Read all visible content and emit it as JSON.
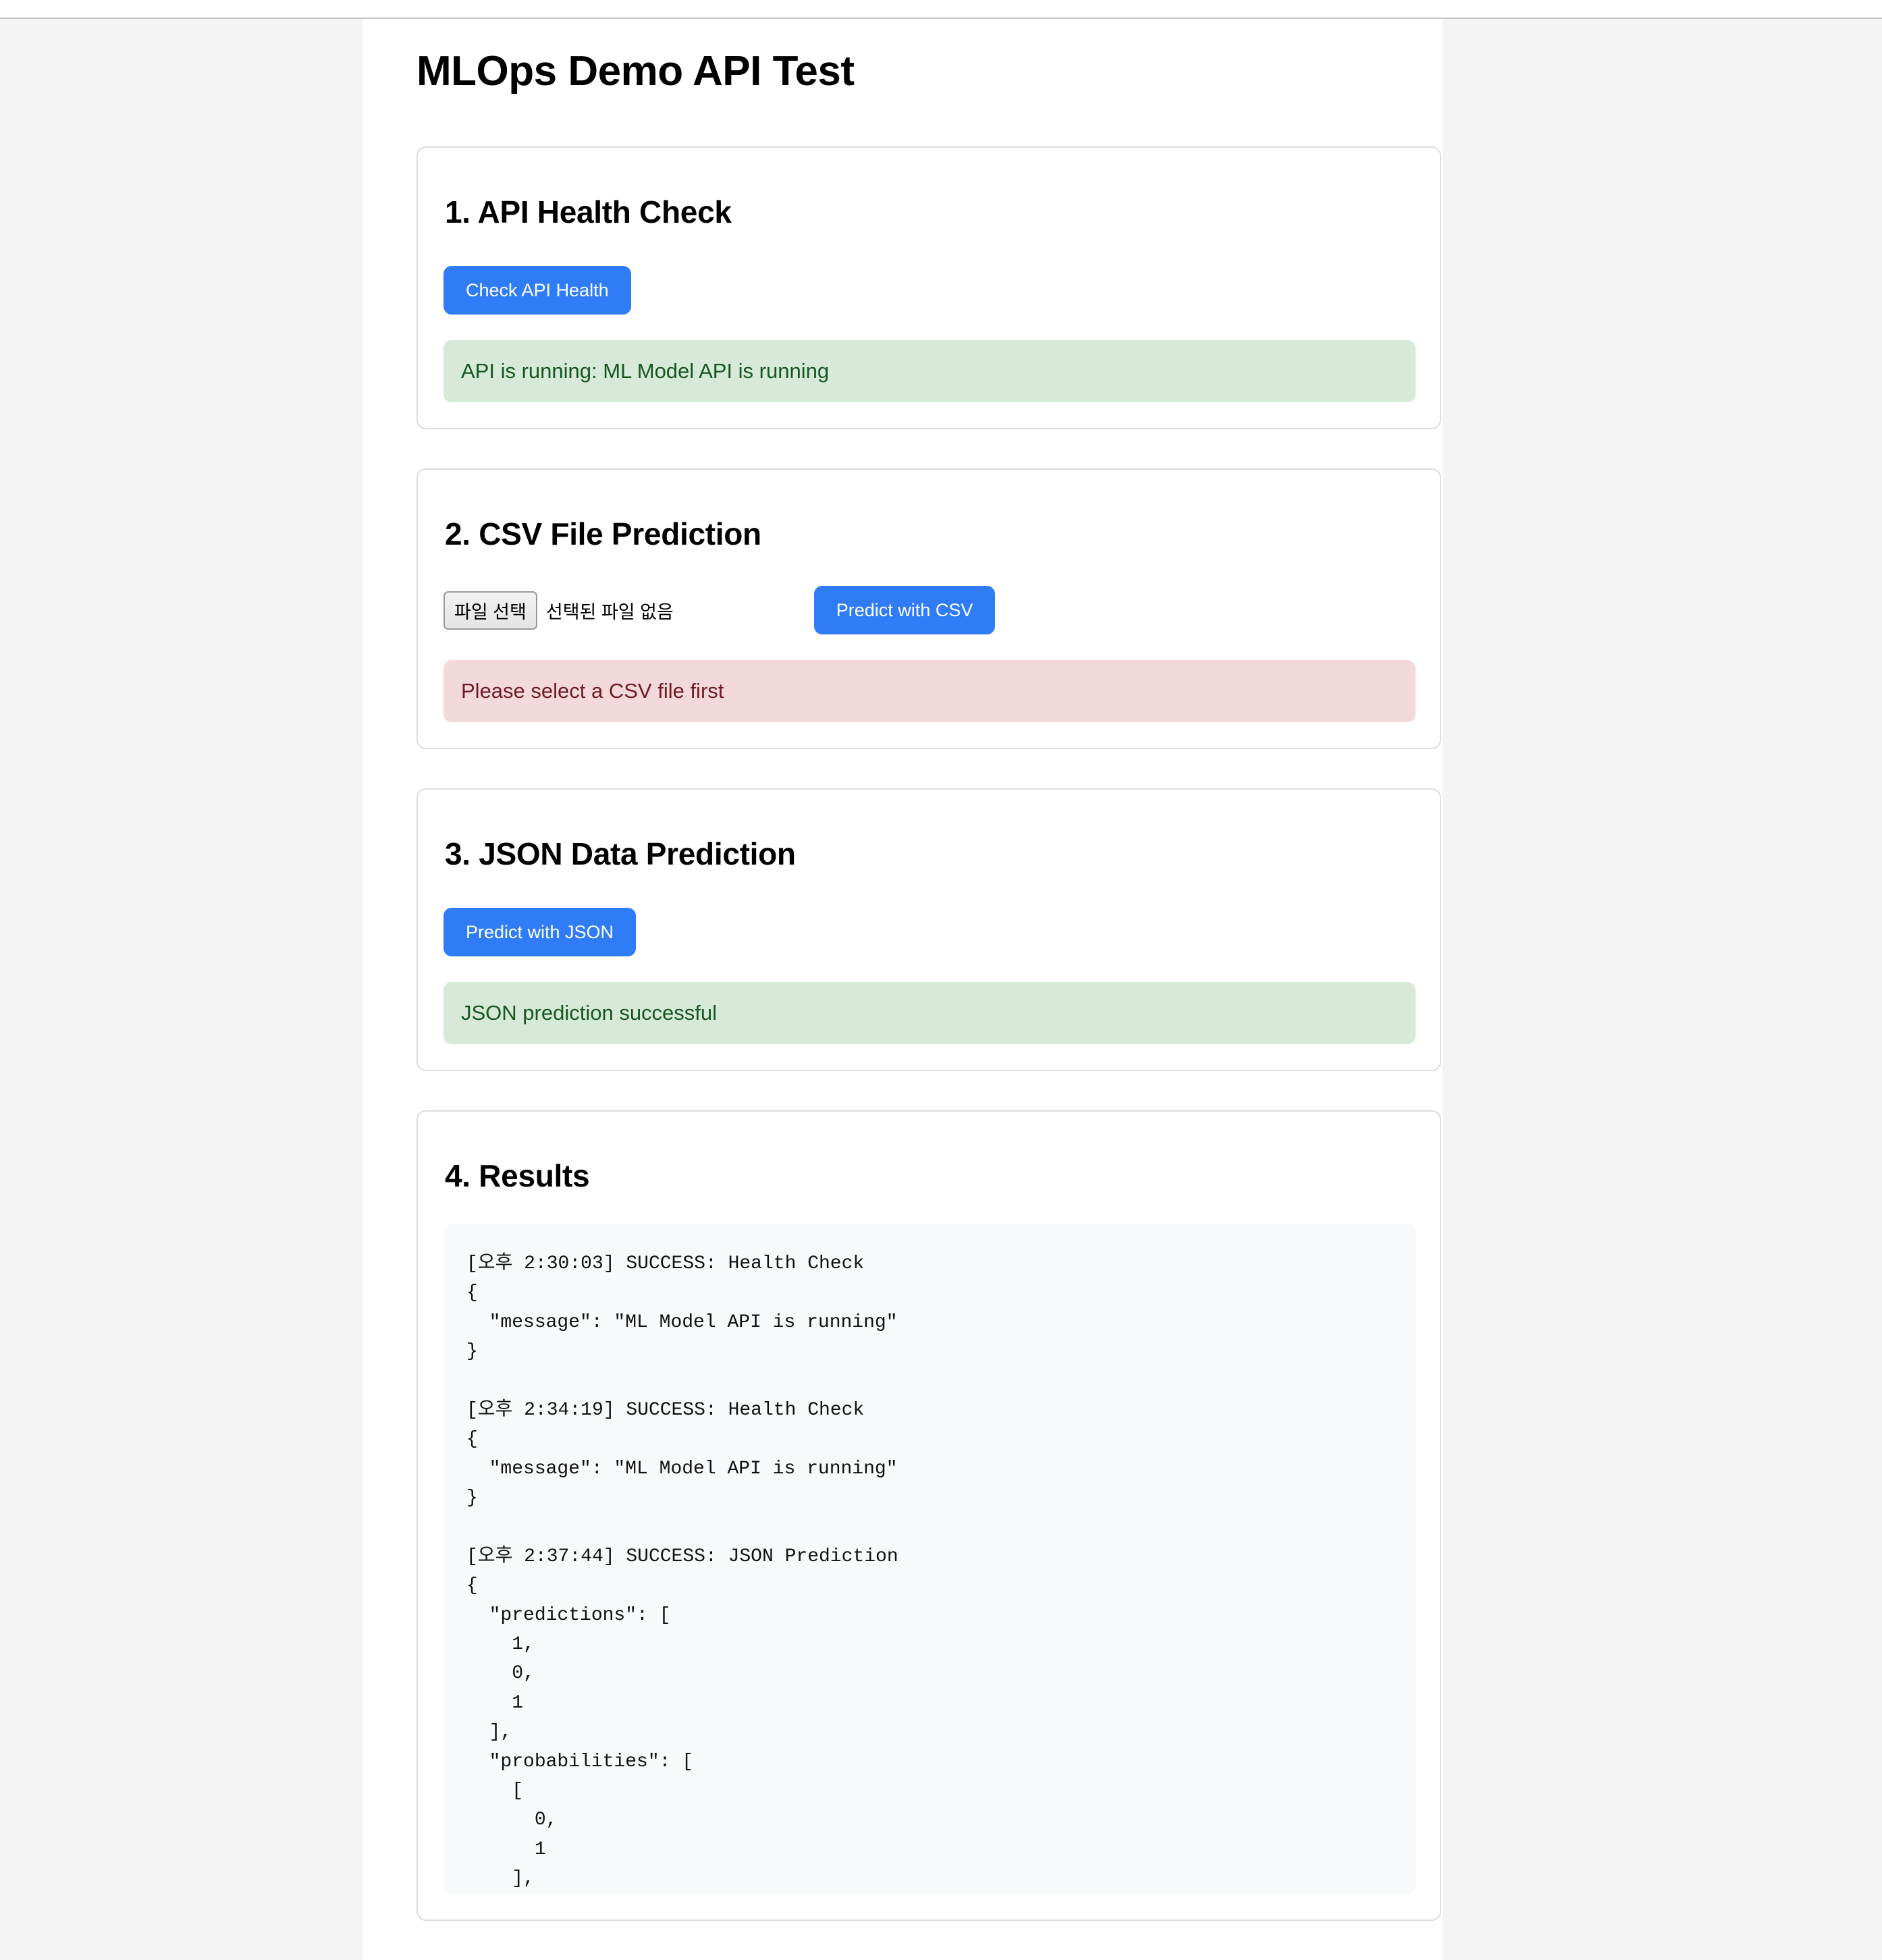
{
  "page": {
    "title": "MLOps Demo API Test"
  },
  "sections": {
    "health": {
      "title": "1. API Health Check",
      "button_label": "Check API Health",
      "status_message": "API is running: ML Model API is running",
      "status_type": "success"
    },
    "csv": {
      "title": "2. CSV File Prediction",
      "file_button_label": "파일 선택",
      "file_name_label": "선택된 파일 없음",
      "predict_button_label": "Predict with CSV",
      "status_message": "Please select a CSV file first",
      "status_type": "danger"
    },
    "json": {
      "title": "3. JSON Data Prediction",
      "button_label": "Predict with JSON",
      "status_message": "JSON prediction successful",
      "status_type": "success"
    },
    "results": {
      "title": "4. Results",
      "log": "[오후 2:30:03] SUCCESS: Health Check\n{\n  \"message\": \"ML Model API is running\"\n}\n\n[오후 2:34:19] SUCCESS: Health Check\n{\n  \"message\": \"ML Model API is running\"\n}\n\n[오후 2:37:44] SUCCESS: JSON Prediction\n{\n  \"predictions\": [\n    1,\n    0,\n    1\n  ],\n  \"probabilities\": [\n    [\n      0,\n      1\n    ],"
    }
  },
  "colors": {
    "primary_button": "#2f7cf6",
    "success_bg": "#d7e9d8",
    "success_text": "#16571f",
    "danger_bg": "#f4d9dc",
    "danger_text": "#6f1b24",
    "card_border": "#dddddd",
    "log_bg": "#f7f9fa",
    "page_bg": "#f4f4f4"
  }
}
